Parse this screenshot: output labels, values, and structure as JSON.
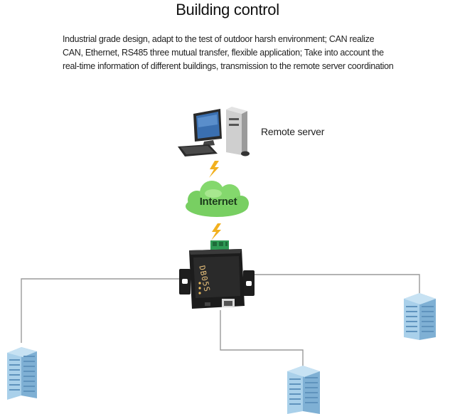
{
  "header": {
    "title": "Building control",
    "description": "Industrial grade design, adapt to the test of outdoor harsh environment; CAN realize CAN, Ethernet, RS485 three mutual transfer, flexible application; Take into account the real-time information of different buildings, transmission to the remote server coordination"
  },
  "diagram": {
    "server_label": "Remote server",
    "cloud_label": "Internet",
    "device_model": "DB05S"
  },
  "colors": {
    "cloud": "#7fd36a",
    "lightning": "#f2b01e",
    "building": "#9fc9e6",
    "line": "#9a9a9a",
    "device": "#1c1c1c"
  }
}
